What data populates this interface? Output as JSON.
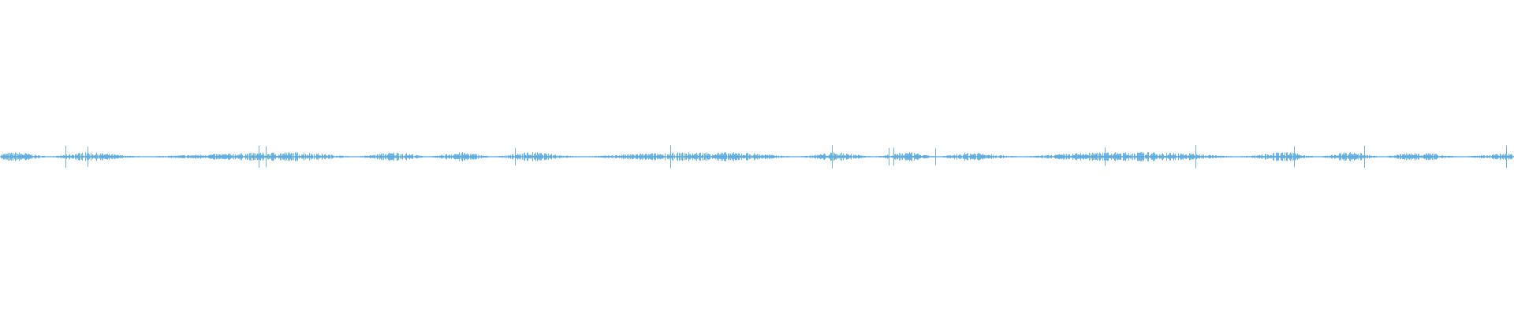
{
  "waveform": {
    "color": "#4aa3df",
    "background": "#ffffff",
    "amplitude_seed": 7,
    "baseline_level": 0.02,
    "typical_peak_level": 0.18,
    "max_peak_level": 0.55
  }
}
